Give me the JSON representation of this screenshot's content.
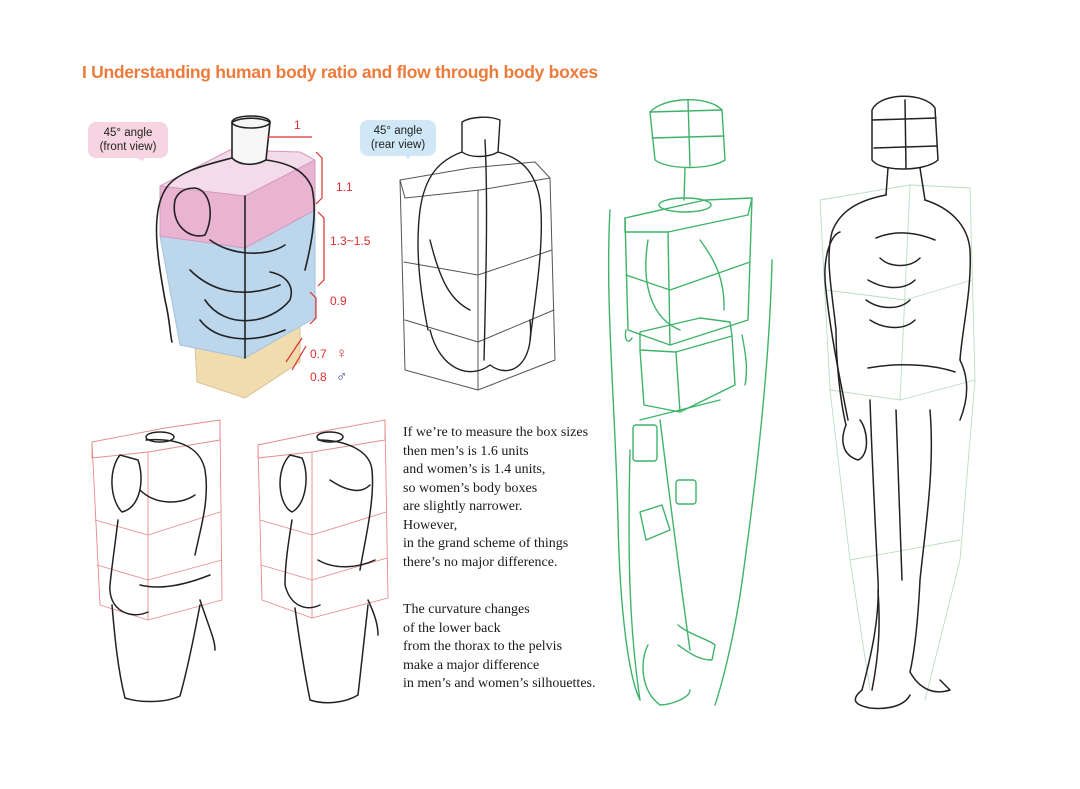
{
  "title": "I Understanding human body ratio and flow through body boxes",
  "bubbles": {
    "front": {
      "line1": "45° angle",
      "line2": "(front view)"
    },
    "rear": {
      "line1": "45° angle",
      "line2": "(rear view)"
    }
  },
  "ratios": {
    "width": "1",
    "chest": "1.1",
    "abdomen": "1.3~1.5",
    "pelvis": "0.9",
    "female": "0.7",
    "female_symbol": "♀",
    "male": "0.8",
    "male_symbol": "♂"
  },
  "paragraph1": [
    "If we’re to measure the box sizes",
    "then men’s is 1.6 units",
    "and women’s is 1.4 units,",
    "so women’s body boxes",
    "are slightly narrower.",
    "However,",
    "in the grand scheme of things",
    "there’s no major difference."
  ],
  "paragraph2": [
    "The curvature changes",
    "of the lower back",
    "from the thorax to the pelvis",
    "make a major difference",
    "in men’s and women’s silhouettes."
  ],
  "colors": {
    "title": "#ec7b3c",
    "ratio_text": "#d9302d",
    "male_symbol": "#2b3a8f",
    "box_pink": "#e8b4d2",
    "box_blue": "#bcd6ec",
    "box_beige": "#f1dcae",
    "guide_red": "#e88a8a",
    "guide_green": "#3fb36a"
  }
}
